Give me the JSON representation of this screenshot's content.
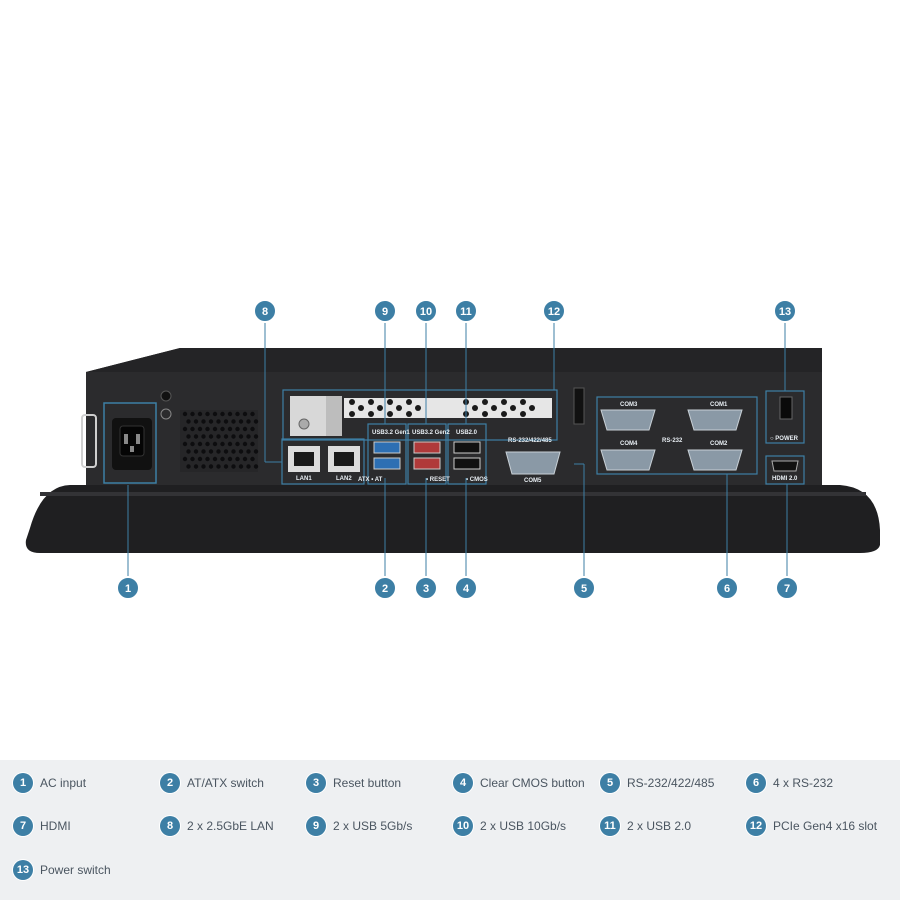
{
  "badges": {
    "b1": "1",
    "b2": "2",
    "b3": "3",
    "b4": "4",
    "b5": "5",
    "b6": "6",
    "b7": "7",
    "b8": "8",
    "b9": "9",
    "b10": "10",
    "b11": "11",
    "b12": "12",
    "b13": "13"
  },
  "port_labels": {
    "usb32_gen1": "USB3.2 Gen1",
    "usb32_gen2": "USB3.2 Gen2",
    "usb20": "USB2.0",
    "rs232_422_485": "RS-232/422/485",
    "com5": "COM5",
    "com3": "COM3",
    "com1": "COM1",
    "com4": "COM4",
    "com2": "COM2",
    "rs232": "RS-232",
    "lan1": "LAN1",
    "lan2": "LAN2",
    "atx_at": "ATX  •  AT",
    "reset": "• RESET",
    "cmos": "• CMOS",
    "power": "○ POWER",
    "hdmi": "HDMI 2.0"
  },
  "legend": [
    {
      "num": "1",
      "label": "AC input"
    },
    {
      "num": "2",
      "label": "AT/ATX switch"
    },
    {
      "num": "3",
      "label": "Reset button"
    },
    {
      "num": "4",
      "label": "Clear CMOS button"
    },
    {
      "num": "5",
      "label": "RS-232/422/485"
    },
    {
      "num": "6",
      "label": "4 x RS-232"
    },
    {
      "num": "7",
      "label": "HDMI"
    },
    {
      "num": "8",
      "label": "2 x 2.5GbE LAN"
    },
    {
      "num": "9",
      "label": "2 x USB 5Gb/s"
    },
    {
      "num": "10",
      "label": "2 x USB 10Gb/s"
    },
    {
      "num": "11",
      "label": "2 x USB 2.0"
    },
    {
      "num": "12",
      "label": "PCIe Gen4 x16 slot"
    },
    {
      "num": "13",
      "label": "Power switch"
    }
  ],
  "colors": {
    "accent": "#3d7fa5",
    "chassis": "#2b2b2d",
    "legend_bg": "#eef0f2"
  }
}
